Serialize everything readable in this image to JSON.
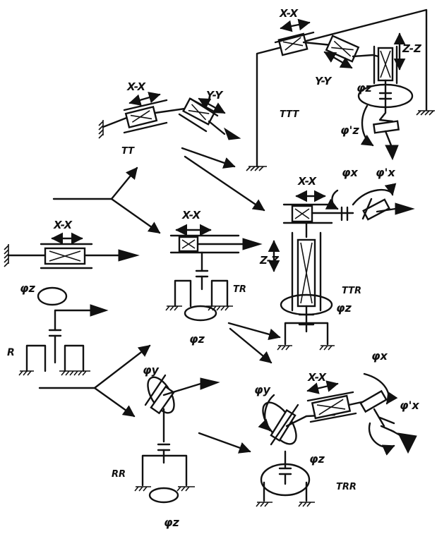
{
  "labels": {
    "ttt_xx": "X-X",
    "ttt_yy": "Y-Y",
    "ttt_zz": "Z-Z",
    "ttt_phiz": "φz",
    "ttt_phiz_prime": "φ'z",
    "ttt_name": "TTT",
    "tt_xx": "X-X",
    "tt_yy": "Y-Y",
    "tt_name": "TT",
    "t_xx": "X-X",
    "tr_xx": "X-X",
    "tr_name": "TR",
    "tr_phiz": "φz",
    "ttr_xx": "X-X",
    "ttr_phix": "φx",
    "ttr_phix_prime": "φ'x",
    "ttr_zz": "Z-Z",
    "ttr_name": "TTR",
    "ttr_phiz": "φz",
    "r_phiz": "φz",
    "r_name": "R",
    "rr_phiy": "φy",
    "rr_name": "RR",
    "rr_phiz": "φz",
    "trr_phiy": "φy",
    "trr_xx": "X-X",
    "trr_phix": "φx",
    "trr_phix_prime": "φ'x",
    "trr_phiz": "φz",
    "trr_name": "TRR"
  }
}
